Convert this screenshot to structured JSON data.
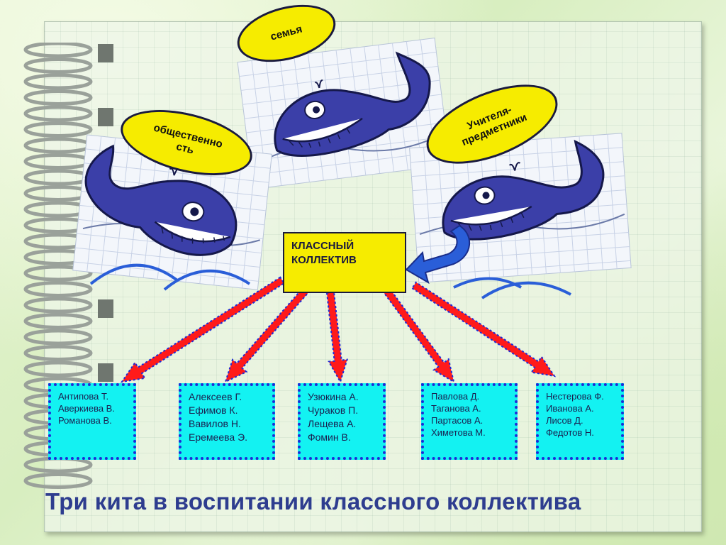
{
  "ovals": {
    "family": "семья",
    "public": "общественно сть",
    "teachers": "Учителя- предметники"
  },
  "center": {
    "line1": "КЛАССНЫЙ",
    "line2": "КОЛЛЕКТИВ"
  },
  "groups": [
    {
      "names": [
        "Антипова Т.",
        "Аверкиева В.",
        "Романова В."
      ]
    },
    {
      "names": [
        "Алексеев Г.",
        "Ефимов К.",
        "Вавилов Н.",
        "Еремеева Э."
      ]
    },
    {
      "names": [
        "Узюкина А.",
        "Чураков П.",
        "Лещева А.",
        "Фомин В."
      ]
    },
    {
      "names": [
        "Павлова Д.",
        "Таганова А.",
        "Партасов А.",
        "Химетова М."
      ]
    },
    {
      "names": [
        "Нестерова Ф.",
        "Иванова А.",
        "Лисов Д.",
        "Федотов Н."
      ]
    }
  ],
  "title": "Три кита в воспитании классного коллектива",
  "colors": {
    "oval_fill": "#f6ec00",
    "group_fill": "#13f2f2",
    "group_border": "#1e2bd6",
    "arrow_red": "#ff1a1a",
    "arrow_blue": "#2a5ed8",
    "whale": "#3b3fa8",
    "title": "#2e3d8f"
  }
}
